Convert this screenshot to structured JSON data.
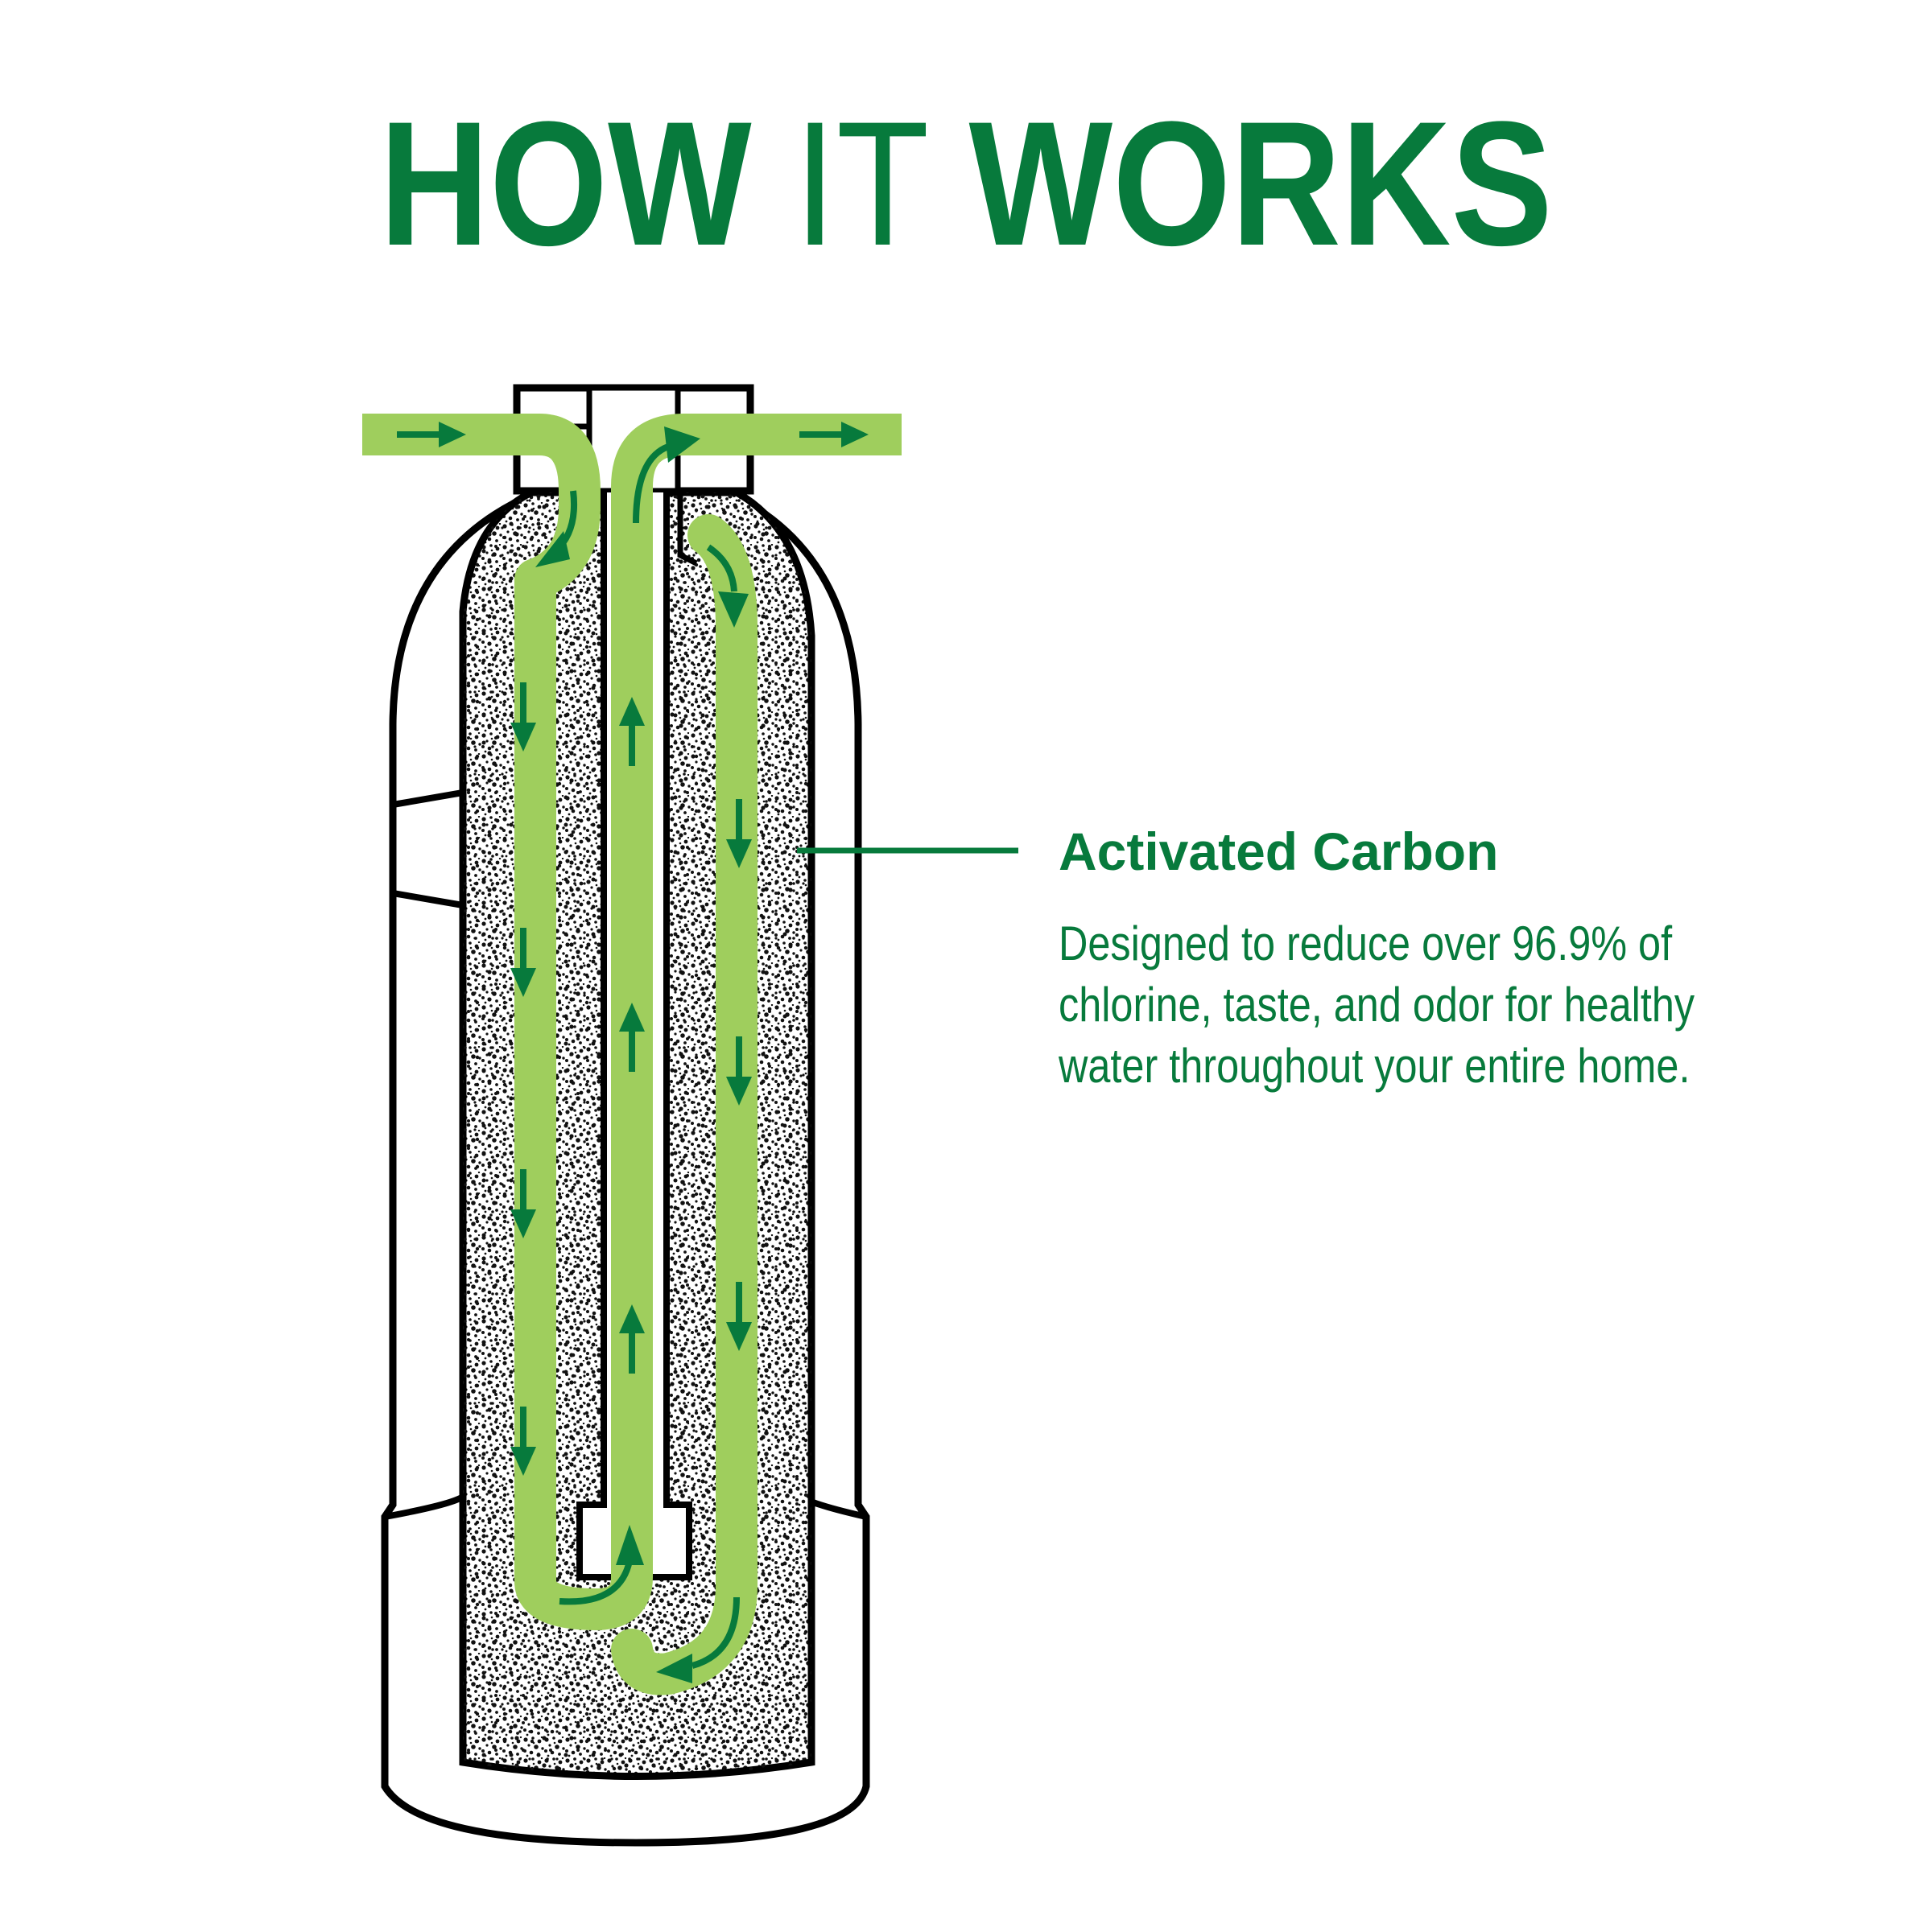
{
  "title": {
    "word1": "HOW",
    "word2": "IT",
    "word3": "WORKS"
  },
  "callout": {
    "heading": "Activated Carbon",
    "lines": [
      "Designed to reduce over 96.9% of",
      "chlorine, taste, and odor for healthy",
      "water throughout your entire home."
    ]
  },
  "colors": {
    "title_green": "#077a3c",
    "flow_green": "#9fce5d",
    "arrow_green": "#077a3c",
    "outline": "#000000"
  },
  "icons": {
    "tank": "filter-tank-icon",
    "flow": "water-flow-path-icon",
    "arrows": "flow-direction-arrow-icon"
  }
}
